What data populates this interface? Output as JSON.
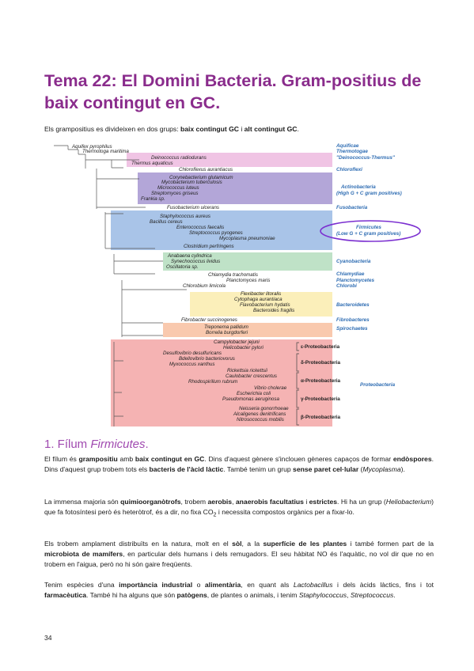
{
  "title": "Tema 22: El Domini Bacteria. Gram-positius de baix contingut en GC.",
  "intro": {
    "t1": "Els grampositius es divideixen en dos grups: ",
    "b1": "baix contingut GC",
    "t2": " i ",
    "b2": "alt contingut GC",
    "t3": "."
  },
  "tree": {
    "species": [
      "Aquifex pyrophilus",
      "Thermotoga maritima",
      "Deinococcus radiodurans",
      "Thermus aquaticus",
      "Chloroflexus aurantiacus",
      "Corynebacterium glutamicum",
      "Mycobacterium tuberculosis",
      "Micrococcus luteus",
      "Streptomyces griseus",
      "Frankia sp.",
      "Fusobacterium ulcerans",
      "Staphylococcus aureus",
      "Bacillus cereus",
      "Enterococcus faecalis",
      "Streptococcus pyogenes",
      "Mycoplasma pneumoniae",
      "Clostridium perfringens",
      "Anabaena cylindrica",
      "Synechococcus lividus",
      "Oscillatoria sp.",
      "Chlamydia trachomatis",
      "Planctomyces maris",
      "Chlorobium limicola",
      "Flexibacter litoralis",
      "Cytophaga aurantiaca",
      "Flavobacterium hydatis",
      "Bacteroides fragilis",
      "Fibrobacter succinogenes",
      "Treponema pallidum",
      "Borrelia burgdorferi",
      "Campylobacter jejuni",
      "Helicobacter pylori",
      "Desulfovibrio desulfuricans",
      "Bdellovibrio bacteriovorus",
      "Myxococcus xanthus",
      "Rickettsia rickettsii",
      "Caulobacter crescentus",
      "Rhodospirillum rubrum",
      "Vibrio cholerae",
      "Escherichia coli",
      "Pseudomonas aeruginosa",
      "Neisseria gonorrhoeae",
      "Alcaligenes denitrificans",
      "Nitrosococcus mobilis"
    ],
    "groups": [
      "Aquificae",
      "Thermotogae",
      "\"Deinococcus-Thermus\"",
      "Chloroflexi",
      "Actinobacteria",
      "(High G + C gram positives)",
      "Fusobacteria",
      "Firmicutes",
      "(Low G + C gram positives)",
      "Cyanobacteria",
      "Chlamydiae",
      "Planctomycetes",
      "Chlorobi",
      "Bacteroidetes",
      "Fibrobacteres",
      "Spirochaetes",
      "Proteobacteria"
    ],
    "proteo_classes": [
      "ε-Proteobacteria",
      "δ-Proteobacteria",
      "α-Proteobacteria",
      "γ-Proteobacteria",
      "β-Proteobacteria"
    ],
    "colors": {
      "deinococcus": "#f0c4e4",
      "actino": "#b3a6d8",
      "firmicutes": "#a9c4e8",
      "cyano": "#bfe2c7",
      "bacteroidetes": "#fbefba",
      "spiro": "#f9c9ae",
      "proteo": "#f5b3b3",
      "group_label": "#2f6db3",
      "ellipse": "#7b2fd0"
    }
  },
  "section1": {
    "number": "1. Fílum ",
    "name": "Firmicutes",
    "dot": "."
  },
  "p1": {
    "a": "El fílum és ",
    "b": "grampositiu",
    "c": " amb ",
    "d": "baix contingut en GC",
    "e": ". Dins d'aquest gènere s'inclouen gèneres capaços de formar ",
    "f": "endòspores",
    "g": ". Dins d'aquest grup trobem tots els ",
    "h": "bacteris de l'àcid làctic",
    "i": ". També tenim un grup ",
    "j": "sense paret cel·lular",
    "k": " (",
    "l": "Mycoplasma",
    "m": ")."
  },
  "p2": {
    "a": "La immensa majoria són ",
    "b": "quimioorganòtrofs",
    "c": ", trobem ",
    "d": "aerobis",
    "e": ", ",
    "f": "anaerobis facultatius",
    "g": " i ",
    "h": "estrictes",
    "i": ". Hi ha un grup (",
    "j": "Heliobacterium",
    "k": ") que fa fotosíntesi però és heteròtrof, és a dir, no fixa CO",
    "l": "2",
    "m": " i necessita compostos orgànics per a fixar-lo."
  },
  "p3": {
    "a": "Els trobem amplament distribuïts en la natura, molt en el ",
    "b": "sòl",
    "c": ", a la ",
    "d": "superfície de les plantes",
    "e": " i també formen part de la ",
    "f": "microbiota de mamífers",
    "g": ", en particular dels humans i dels remugadors. El seu hàbitat NO és l'aquàtic, no vol dir que no en trobem en l'aigua, però no hi són gaire freqüents."
  },
  "p4": {
    "a": "Tenim espècies d'una ",
    "b": "importància industrial",
    "c": " o ",
    "d": "alimentària",
    "e": ", en quant als ",
    "f": "Lactobacillus",
    "g": " i dels àcids làctics, fins i tot ",
    "h": "farmacèutica",
    "i": ". També hi ha alguns que són ",
    "j": "patògens",
    "k": ", de plantes o animals, i tenim ",
    "l": "Staphylococcus",
    "m": ", ",
    "n": "Streptococcus",
    "o": "."
  },
  "page_number": "34"
}
